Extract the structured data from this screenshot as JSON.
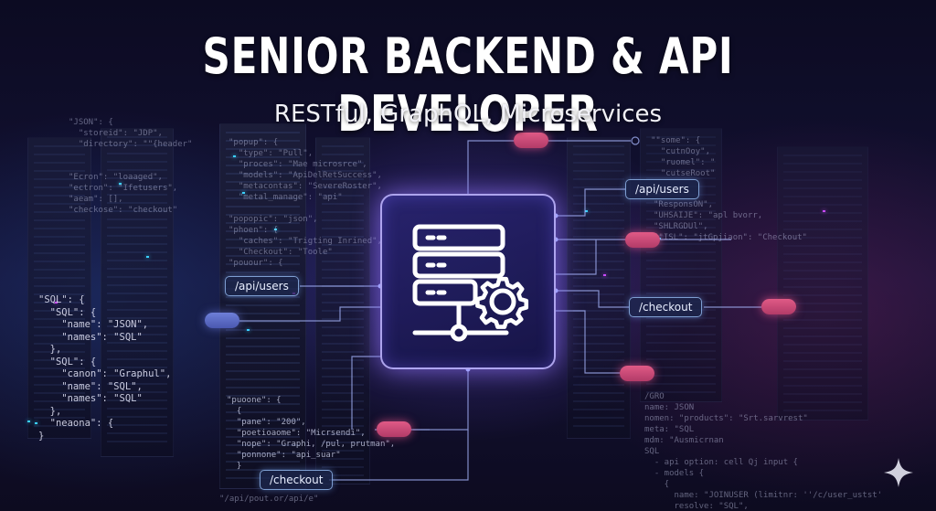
{
  "title": "SENIOR BACKEND & API DEVELOPER",
  "subtitle": "RESTful, GraphQL, Microservices",
  "endpoints": {
    "top_right": "/api/users",
    "left": "/api/users",
    "right": "/checkout",
    "bottom_left": "/checkout"
  },
  "hub_icon": "server-gear-icon",
  "corner_icon": "sparkle-icon",
  "colors": {
    "accent": "#8f7bff",
    "pill": "#d94f80",
    "line": "#a9b8ff"
  },
  "code": {
    "left_mid": "\"SQL\": {\n  \"SQL\": {\n    \"name\": \"JSON\",\n    \"names\": \"SQL\"\n  },\n  \"SQL\": {\n    \"canon\": \"Graphul\",\n    \"name\": \"SQL\",\n    \"names\": \"SQL\"\n  },\n  \"neaona\": {\n}",
    "left_top": "\"JSON\": {\n  \"storeid\": \"JDP\",\n  \"directory\": \"\"{header\"\n\n\n\"Ecron\": \"loaaged\",\n\"ectron\": \"Ifetusers\",\n\"aeam\": [],\n\"checkose\": \"checkout\"",
    "center_top": "\"popup\": {\n  \"type\": \"Pull\",\n  \"proces\": \"Mae microsrce\",\n  \"models\": \"ApiDelRetSuccess\",\n  \"metacontas\": \"SevereRoster\",\n  \"metal_manage\": \"api\"\n\n\"popopic\": \"json\",\n\"phoen\": {\n  \"caches\": \"Trigting Inrined\",\n  \"Checkout\": \"Toole\"\n\"pouour\": {",
    "center_bottom": "\"puoone\": {\n  {\n  \"pane\": \"200\",\n  \"poetioaome\": \"Micrsendi\",\n  \"nope\": \"Graphi, /pul, prutman\",\n  \"ponnone\": \"api_suar\"\n  }",
    "right_top": "\"\"some\": {\n  \"cutnOoy\",\n  \"ruomel\": \"\n  \"cutseRoot\"",
    "right_mid": "\"ResponsON\",\n\"UHSAIJE\": \"apl bvorr,\n\"SHLRGDUl\",\n\"\"ISL\": \"jtGpjiaon\": \"Checkout\"",
    "right_bottom": "/GRO\nname: JSON\nnomen: \"products\": \"Srt.sarvrest\"\nmeta: \"SQL\nmdm: \"Ausmicrnan\nSQL\n  - api option: cell Qj input {\n  - models {\n    {\n      name: \"JOINUSER (limitnr: ''/c/user_ustst'\n      resolve: \"SQL\",\n      repatv: \"aayntservice\"",
    "bottom_left": "\"/api/pout.or/api/e\""
  }
}
